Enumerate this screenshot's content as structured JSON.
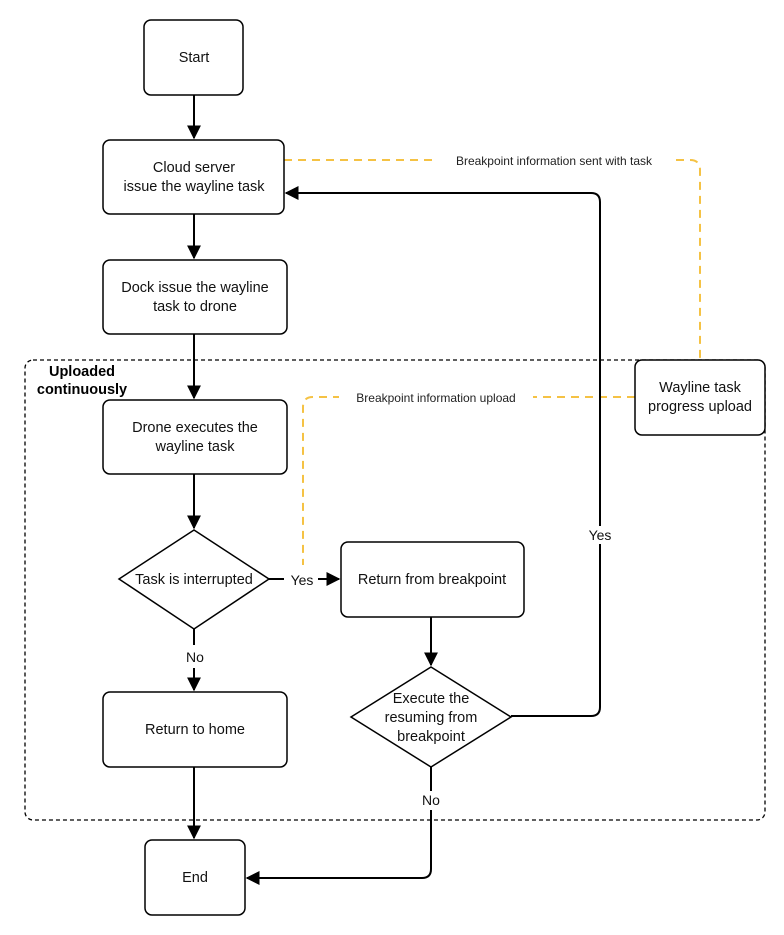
{
  "colors": {
    "stroke": "#000000",
    "dashed_connector": "#F5C244",
    "background": "#FFFFFF"
  },
  "group": {
    "title_line1": "Uploaded",
    "title_line2": "continuously"
  },
  "nodes": {
    "start": "Start",
    "cloud_line1": "Cloud server",
    "cloud_line2": "issue the wayline task",
    "dock_line1": "Dock issue the wayline",
    "dock_line2": "task to drone",
    "drone_line1": "Drone executes the",
    "drone_line2": "wayline task",
    "interrupted": "Task is interrupted",
    "return_breakpoint": "Return from breakpoint",
    "execute_line1": "Execute the",
    "execute_line2": "resuming from",
    "execute_line3": "breakpoint",
    "return_home": "Return to home",
    "end": "End",
    "progress_line1": "Wayline task",
    "progress_line2": "progress upload"
  },
  "edge_labels": {
    "yes_interrupted": "Yes",
    "no_interrupted": "No",
    "yes_execute": "Yes",
    "no_execute": "No",
    "breakpoint_sent": "Breakpoint information sent with task",
    "breakpoint_upload": "Breakpoint information upload"
  }
}
